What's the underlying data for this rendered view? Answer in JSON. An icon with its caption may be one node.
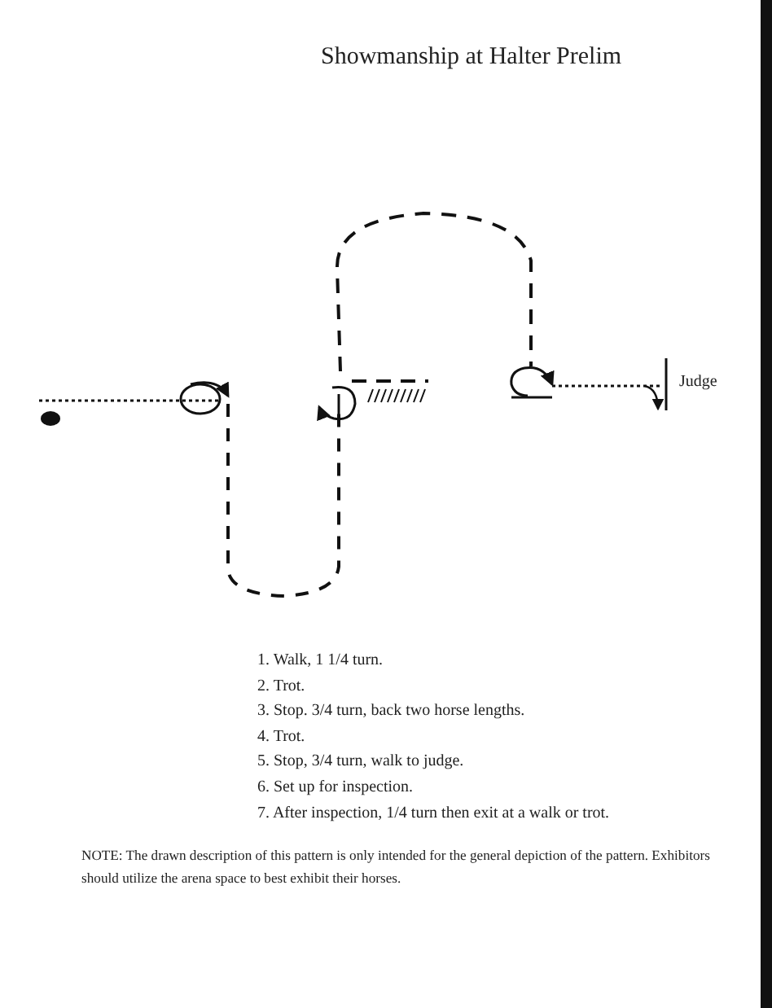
{
  "diagram": {
    "title": "Showmanship at Halter Prelim",
    "labels": [
      "Judge",
      "1. Walk, 1 1/4 turn.",
      "2. Trot.",
      "3. Stop. 3/4 turn, back two horse lengths.",
      "4. Trot.",
      "5. Stop, 3/4 turn, walk to judge.",
      "6. Set up for inspection.",
      "7. After inspection, 1/4 turn then exit at a walk or trot.",
      "NOTE:  The drawn description of this pattern is only intended for the general depiction of the pattern. Exhibitors should utilize the arena space to best exhibit their horses."
    ]
  }
}
